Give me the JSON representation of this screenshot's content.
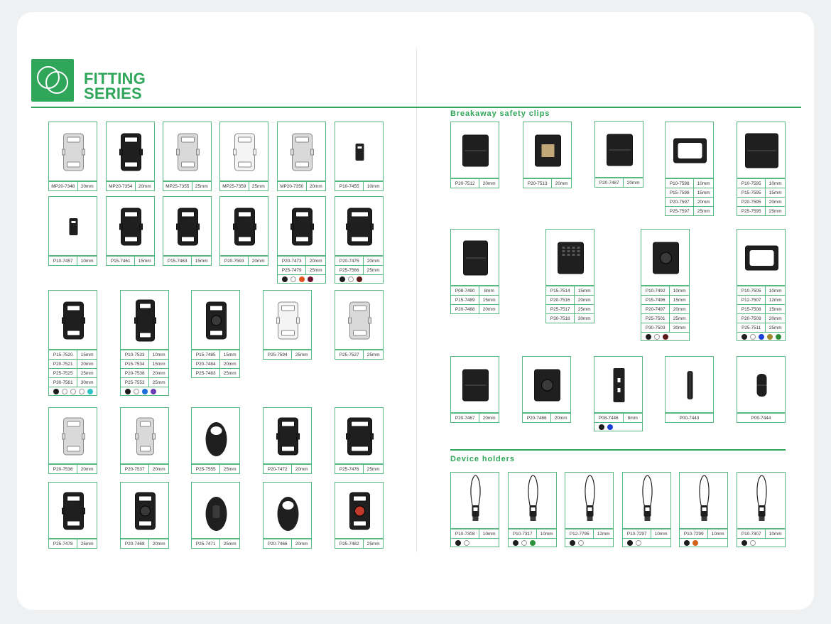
{
  "brand": {
    "line1": "FITTING",
    "line2": "SERIES"
  },
  "sections": {
    "breakaway": "Breakaway safety clips",
    "device": "Device holders"
  },
  "colors": {
    "accent": "#2fa65a",
    "swatches": {
      "black": "#1d1d1d",
      "white": "#ffffff",
      "orange": "#e0531e",
      "purple": "#6e1230",
      "maroon": "#5a1a1a",
      "cyan": "#2ec4c4",
      "blue": "#1c6fd6",
      "violet": "#6a3fb5",
      "royal": "#1c3fd6",
      "olive": "#a08a30",
      "green": "#2f8f3a",
      "amber": "#d0621a"
    }
  },
  "cards": [
    {
      "id": "c1",
      "rows": [
        [
          "MP20-7348",
          "20mm"
        ]
      ],
      "colors": [],
      "shape": "side-release-clear",
      "icon": "buckle-icon"
    },
    {
      "id": "c2",
      "rows": [
        [
          "MP20-7354",
          "20mm"
        ]
      ],
      "colors": [],
      "shape": "side-release-mixed",
      "icon": "buckle-icon"
    },
    {
      "id": "c3",
      "rows": [
        [
          "MP25-7355",
          "25mm"
        ]
      ],
      "colors": [],
      "shape": "side-release-clear",
      "icon": "buckle-icon"
    },
    {
      "id": "c4",
      "rows": [
        [
          "MP25-7359",
          "25mm"
        ]
      ],
      "colors": [],
      "shape": "side-release-white",
      "icon": "buckle-icon"
    },
    {
      "id": "c5",
      "rows": [
        [
          "MP20-7350",
          "20mm"
        ]
      ],
      "colors": [],
      "shape": "side-release-clear",
      "icon": "buckle-icon"
    },
    {
      "id": "c6",
      "rows": [
        [
          "P10-7455",
          "10mm"
        ]
      ],
      "colors": [],
      "shape": "small-buckle",
      "icon": "buckle-icon"
    },
    {
      "id": "c7",
      "rows": [
        [
          "P10-7457",
          "10mm"
        ]
      ],
      "colors": [],
      "shape": "small-buckle",
      "icon": "buckle-icon"
    },
    {
      "id": "c8",
      "rows": [
        [
          "P15-7461",
          "15mm"
        ]
      ],
      "colors": [],
      "shape": "curved-buckle",
      "icon": "buckle-icon"
    },
    {
      "id": "c9",
      "rows": [
        [
          "P15-7463",
          "15mm"
        ]
      ],
      "colors": [],
      "shape": "side-release",
      "icon": "buckle-icon"
    },
    {
      "id": "c10",
      "rows": [
        [
          "P20-7593",
          "20mm"
        ]
      ],
      "colors": [],
      "shape": "contoured-buckle",
      "icon": "buckle-icon"
    },
    {
      "id": "c11",
      "rows": [
        [
          "P20-7473",
          "20mm"
        ],
        [
          "P25-7479",
          "25mm"
        ]
      ],
      "colors": [
        "black",
        "white",
        "orange",
        "purple"
      ],
      "shape": "side-release",
      "icon": "buckle-icon"
    },
    {
      "id": "c12",
      "rows": [
        [
          "P20-7475",
          "20mm"
        ],
        [
          "P25-7566",
          "25mm"
        ]
      ],
      "colors": [
        "black",
        "white",
        "maroon"
      ],
      "shape": "side-release-wide",
      "icon": "buckle-icon"
    },
    {
      "id": "c13",
      "rows": [
        [
          "P15-7520",
          "15mm"
        ],
        [
          "P20-7521",
          "20mm"
        ],
        [
          "P25-7525",
          "25mm"
        ],
        [
          "P30-7561",
          "30mm"
        ]
      ],
      "colors": [
        "black",
        "white",
        "white",
        "white",
        "cyan"
      ],
      "shape": "side-release",
      "icon": "buckle-icon"
    },
    {
      "id": "c14",
      "rows": [
        [
          "P10-7533",
          "10mm"
        ],
        [
          "P15-7534",
          "15mm"
        ],
        [
          "P20-7538",
          "20mm"
        ],
        [
          "P25-7553",
          "25mm"
        ]
      ],
      "colors": [
        "black",
        "white",
        "blue",
        "violet"
      ],
      "shape": "side-release-tall",
      "icon": "buckle-icon"
    },
    {
      "id": "c15",
      "rows": [
        [
          "P15-7485",
          "15mm"
        ],
        [
          "P20-7484",
          "20mm"
        ],
        [
          "P25-7483",
          "25mm"
        ]
      ],
      "colors": [],
      "shape": "center-release",
      "icon": "buckle-icon"
    },
    {
      "id": "c16",
      "rows": [
        [
          "P25-7594",
          "25mm"
        ]
      ],
      "colors": [],
      "shape": "side-release-white",
      "icon": "buckle-icon"
    },
    {
      "id": "c17",
      "rows": [
        [
          "P25-7527",
          "25mm"
        ]
      ],
      "colors": [],
      "shape": "side-release-clear",
      "icon": "buckle-icon"
    },
    {
      "id": "c18",
      "rows": [
        [
          "P20-7536",
          "20mm"
        ]
      ],
      "colors": [],
      "shape": "metal-buckle",
      "icon": "buckle-icon"
    },
    {
      "id": "c19",
      "rows": [
        [
          "P20-7537",
          "20mm"
        ]
      ],
      "colors": [],
      "shape": "metal-buckle-narrow",
      "icon": "buckle-icon"
    },
    {
      "id": "c20",
      "rows": [
        [
          "P25-7555",
          "25mm"
        ]
      ],
      "colors": [],
      "shape": "ring-clip",
      "icon": "buckle-icon"
    },
    {
      "id": "c21",
      "rows": [
        [
          "P20-7472",
          "20mm"
        ]
      ],
      "colors": [],
      "shape": "side-release",
      "icon": "buckle-icon"
    },
    {
      "id": "c22",
      "rows": [
        [
          "P25-7476",
          "25mm"
        ]
      ],
      "colors": [],
      "shape": "side-release-wide",
      "icon": "buckle-icon"
    },
    {
      "id": "c23",
      "rows": [
        [
          "P25-7478",
          "25mm"
        ]
      ],
      "colors": [],
      "shape": "contoured-buckle",
      "icon": "buckle-icon"
    },
    {
      "id": "c24",
      "rows": [
        [
          "P20-7468",
          "20mm"
        ]
      ],
      "colors": [],
      "shape": "dial-buckle",
      "icon": "buckle-icon"
    },
    {
      "id": "c25",
      "rows": [
        [
          "P25-7471",
          "25mm"
        ]
      ],
      "colors": [],
      "shape": "oval-pod",
      "icon": "buckle-icon"
    },
    {
      "id": "c26",
      "rows": [
        [
          "P20-7466",
          "20mm"
        ]
      ],
      "colors": [],
      "shape": "oval-ring-clip",
      "icon": "buckle-icon"
    },
    {
      "id": "c27",
      "rows": [
        [
          "P25-7482",
          "25mm"
        ]
      ],
      "colors": [],
      "shape": "compass-buckle",
      "icon": "buckle-icon"
    },
    {
      "id": "r1",
      "rows": [
        [
          "P20-7512",
          "20mm"
        ]
      ],
      "colors": [],
      "shape": "breakaway-black",
      "icon": "clip-icon"
    },
    {
      "id": "r2",
      "rows": [
        [
          "P20-7513",
          "20mm"
        ]
      ],
      "colors": [],
      "shape": "breakaway-gold",
      "icon": "clip-icon"
    },
    {
      "id": "r3",
      "rows": [
        [
          "P20-7487",
          "20mm"
        ]
      ],
      "colors": [],
      "shape": "breakaway-segmented",
      "icon": "clip-icon"
    },
    {
      "id": "r4",
      "rows": [
        [
          "P10-7598",
          "10mm"
        ],
        [
          "P15-7598",
          "15mm"
        ],
        [
          "P20-7597",
          "20mm"
        ],
        [
          "P25-7597",
          "25mm"
        ]
      ],
      "colors": [],
      "shape": "breakaway-frame",
      "icon": "clip-icon"
    },
    {
      "id": "r5",
      "rows": [
        [
          "P10-7595",
          "10mm"
        ],
        [
          "P15-7595",
          "15mm"
        ],
        [
          "P20-7595",
          "20mm"
        ],
        [
          "P25-7595",
          "25mm"
        ]
      ],
      "colors": [],
      "shape": "breakaway-square",
      "icon": "clip-icon"
    },
    {
      "id": "r6",
      "rows": [
        [
          "P08-7490",
          "8mm"
        ],
        [
          "P15-7489",
          "15mm"
        ],
        [
          "P20-7488",
          "20mm"
        ]
      ],
      "colors": [],
      "shape": "breakaway-tab",
      "icon": "clip-icon"
    },
    {
      "id": "r7",
      "rows": [
        [
          "P15-7514",
          "15mm"
        ],
        [
          "P20-7516",
          "20mm"
        ],
        [
          "P25-7517",
          "25mm"
        ],
        [
          "P30-7518",
          "30mm"
        ]
      ],
      "colors": [],
      "shape": "breakaway-grid",
      "icon": "clip-icon"
    },
    {
      "id": "r8",
      "rows": [
        [
          "P10-7492",
          "10mm"
        ],
        [
          "P15-7496",
          "15mm"
        ],
        [
          "P20-7497",
          "20mm"
        ],
        [
          "P25-7501",
          "25mm"
        ],
        [
          "P30-7503",
          "30mm"
        ]
      ],
      "colors": [
        "black",
        "white",
        "maroon"
      ],
      "shape": "breakaway-round",
      "icon": "clip-icon"
    },
    {
      "id": "r9",
      "rows": [
        [
          "P10-7505",
          "10mm"
        ],
        [
          "P12-7507",
          "12mm"
        ],
        [
          "P15-7508",
          "15mm"
        ],
        [
          "P20-7509",
          "20mm"
        ],
        [
          "P25-7511",
          "25mm"
        ]
      ],
      "colors": [
        "black",
        "white",
        "royal",
        "olive",
        "green"
      ],
      "shape": "breakaway-frame",
      "icon": "clip-icon"
    },
    {
      "id": "r10",
      "rows": [
        [
          "P20-7467",
          "20mm"
        ]
      ],
      "colors": [],
      "shape": "breakaway-pillow",
      "icon": "clip-icon"
    },
    {
      "id": "r11",
      "rows": [
        [
          "P20-7486",
          "20mm"
        ]
      ],
      "colors": [],
      "shape": "breakaway-round",
      "icon": "clip-icon"
    },
    {
      "id": "r12",
      "rows": [
        [
          "P08-7446",
          "8mm"
        ]
      ],
      "colors": [
        "black",
        "royal"
      ],
      "shape": "breakaway-strip",
      "icon": "clip-icon"
    },
    {
      "id": "r13",
      "rows": [
        [
          "P00-7443",
          ""
        ]
      ],
      "colors": [],
      "shape": "breakaway-pin",
      "icon": "clip-icon"
    },
    {
      "id": "r14",
      "rows": [
        [
          "P00-7444",
          ""
        ]
      ],
      "colors": [],
      "shape": "breakaway-barrel",
      "icon": "clip-icon"
    },
    {
      "id": "d1",
      "rows": [
        [
          "P10-7308",
          "10mm"
        ]
      ],
      "colors": [
        "black",
        "white"
      ],
      "shape": "lanyard-loop",
      "icon": "lanyard-icon"
    },
    {
      "id": "d2",
      "rows": [
        [
          "P10-7317",
          "10mm"
        ]
      ],
      "colors": [
        "black",
        "white",
        "green"
      ],
      "shape": "lanyard-loop",
      "icon": "lanyard-icon"
    },
    {
      "id": "d3",
      "rows": [
        [
          "P12-7795",
          "12mm"
        ]
      ],
      "colors": [
        "black",
        "white"
      ],
      "shape": "lanyard-loop",
      "icon": "lanyard-icon"
    },
    {
      "id": "d4",
      "rows": [
        [
          "P10-7297",
          "10mm"
        ]
      ],
      "colors": [
        "black",
        "white"
      ],
      "shape": "lanyard-loop",
      "icon": "lanyard-icon"
    },
    {
      "id": "d5",
      "rows": [
        [
          "P10-7299",
          "10mm"
        ]
      ],
      "colors": [
        "black",
        "amber"
      ],
      "shape": "lanyard-loop",
      "icon": "lanyard-icon"
    },
    {
      "id": "d6",
      "rows": [
        [
          "P10-7307",
          "10mm"
        ]
      ],
      "colors": [
        "black",
        "white"
      ],
      "shape": "lanyard-loop",
      "icon": "lanyard-icon"
    }
  ]
}
